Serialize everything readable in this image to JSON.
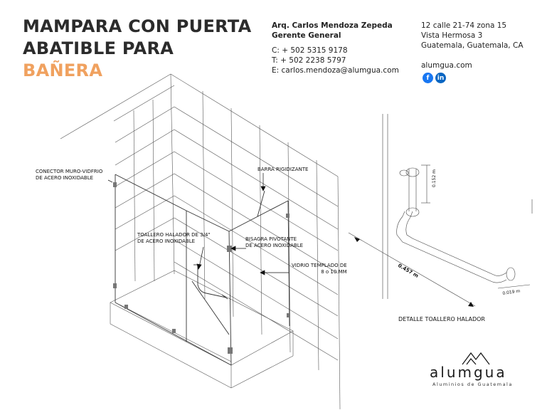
{
  "header": {
    "title_lines": [
      "MAMPARA CON PUERTA",
      "ABATIBLE PARA"
    ],
    "title_accent": "BAÑERA",
    "accent_color": "#f0a15f"
  },
  "contact": {
    "name": "Arq. Carlos Mendoza Zepeda",
    "role": "Gerente General",
    "cell": "C: + 502 5315 9178",
    "phone": "T: + 502 2238 5797",
    "email": "E: carlos.mendoza@alumgua.com"
  },
  "address": {
    "line1": "12 calle 21-74 zona 15",
    "line2": "Vista Hermosa 3",
    "line3": "Guatemala, Guatemala, CA",
    "website": "alumgua.com"
  },
  "social": {
    "facebook_icon": "facebook-icon",
    "facebook_color": "#1877f2",
    "linkedin_icon": "linkedin-icon",
    "linkedin_color": "#0a66c2"
  },
  "callouts": {
    "conector": [
      "CONECTOR MURO-VIDFRIO",
      "DE ACERO INOXIDABLE"
    ],
    "barra": "BARRA RIGIDIZANTE",
    "toallero": [
      "TOALLERO HALADOR DE 3/4\"",
      "DE ACERO INOXIDABLE"
    ],
    "bisagra": [
      "BISAGRA PIVOTANTE",
      "DE ACERO INOXIDABLE"
    ],
    "vidrio": [
      "VIDRIO TEMPLADO DE",
      "8 o 10 MM"
    ]
  },
  "detail": {
    "title": "DETALLE TOALLERO HALADOR",
    "dim_length": "0.457 m",
    "dim_offset": "0.152 m",
    "dim_diameter": "0.019 m"
  },
  "brand": {
    "name": "alumgua",
    "tagline": "Aluminios de Guatemala"
  }
}
